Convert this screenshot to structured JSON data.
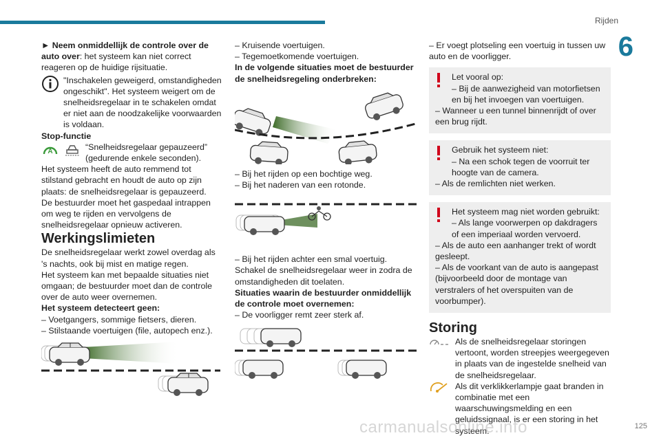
{
  "header": {
    "section": "Rijden",
    "chapter": "6"
  },
  "col1": {
    "p1_bold": "► Neem onmiddellijk de controle over de auto over",
    "p1_rest": ": het systeem kan niet correct reageren op de huidige rijsituatie.",
    "info_text": "\"Inschakelen geweigerd, omstandigheden ongeschikt\". Het systeem weigert om de snelheidsregelaar in te schakelen omdat er niet aan de noodzakelijke voorwaarden is voldaan.",
    "stop_heading": "Stop-functie",
    "stop_icon_text": "“Snelheidsregelaar gepauzeerd” (gedurende enkele seconden).",
    "stop_p1": "Het systeem heeft de auto remmend tot stilstand gebracht en houdt de auto op zijn plaats: de snelheidsregelaar is gepauzeerd.",
    "stop_p2": "De bestuurder moet het gaspedaal intrappen om weg te rijden en vervolgens de snelheidsregelaar opnieuw activeren.",
    "limits_heading": "Werkingslimieten",
    "limits_p1": "De snelheidsregelaar werkt zowel overdag als 's nachts, ook bij mist en matige regen.",
    "limits_p2": "Het systeem kan met bepaalde situaties niet omgaan; de bestuurder moet dan de controle over de auto weer overnemen.",
    "not_detected_heading": "Het systeem detecteert geen:",
    "not_detected_1": "– Voetgangers, sommige fietsers, dieren.",
    "not_detected_2": "– Stilstaande voertuigen (file, autopech enz.)."
  },
  "col2": {
    "l1": "– Kruisende voertuigen.",
    "l2": "– Tegemoetkomende voertuigen.",
    "interrupt_heading": "In de volgende situaties moet de bestuurder de snelheidsregeling onderbreken:",
    "curve_1": "– Bij het rijden op een bochtige weg.",
    "curve_2": "– Bij het naderen van een rotonde.",
    "narrow_1": "– Bij het rijden achter een smal voertuig.",
    "narrow_2": "Schakel de snelheidsregelaar weer in zodra de omstandigheden dit toelaten.",
    "takeover_heading": "Situaties waarin de bestuurder onmiddellijk de controle moet overnemen:",
    "takeover_1": "– De voorligger remt zeer sterk af."
  },
  "col3": {
    "l1": "– Er voegt plotseling een voertuig in tussen uw auto en de voorligger.",
    "warn1_title": "Let vooral op:",
    "warn1_l1": "– Bij de aanwezigheid van motorfietsen en bij het invoegen van voertuigen.",
    "warn1_l2": "– Wanneer u een tunnel binnenrijdt of over een brug rijdt.",
    "warn2_title": "Gebruik het systeem niet:",
    "warn2_l1": "– Na een schok tegen de voorruit ter hoogte van de camera.",
    "warn2_l2": "– Als de remlichten niet werken.",
    "warn3_title": "Het systeem mag niet worden gebruikt:",
    "warn3_l1": "– Als lange voorwerpen op dakdragers of een imperiaal worden vervoerd.",
    "warn3_l2": "– Als de auto een aanhanger trekt of wordt gesleept.",
    "warn3_l3": "– Als de voorkant van de auto is aangepast (bijvoorbeeld door de montage van verstralers of het overspuiten van de voorbumper).",
    "storing_heading": "Storing",
    "storing_p1": "Als de snelheidsregelaar storingen vertoont, worden streepjes weergegeven in plaats van de ingestelde snelheid van de snelheidsregelaar.",
    "storing_p2": "Als dit verklikkerlampje gaat branden in combinatie met een waarschuwingsmelding en een geluidssignaal, is er een storing in het systeem."
  },
  "footer": {
    "page_number": "125"
  },
  "watermark": "carmanualsonline.info",
  "colors": {
    "accent": "#1a7a9c",
    "warning": "#d0021b",
    "beam": "#5c8a3a",
    "box": "#eeeeee"
  }
}
